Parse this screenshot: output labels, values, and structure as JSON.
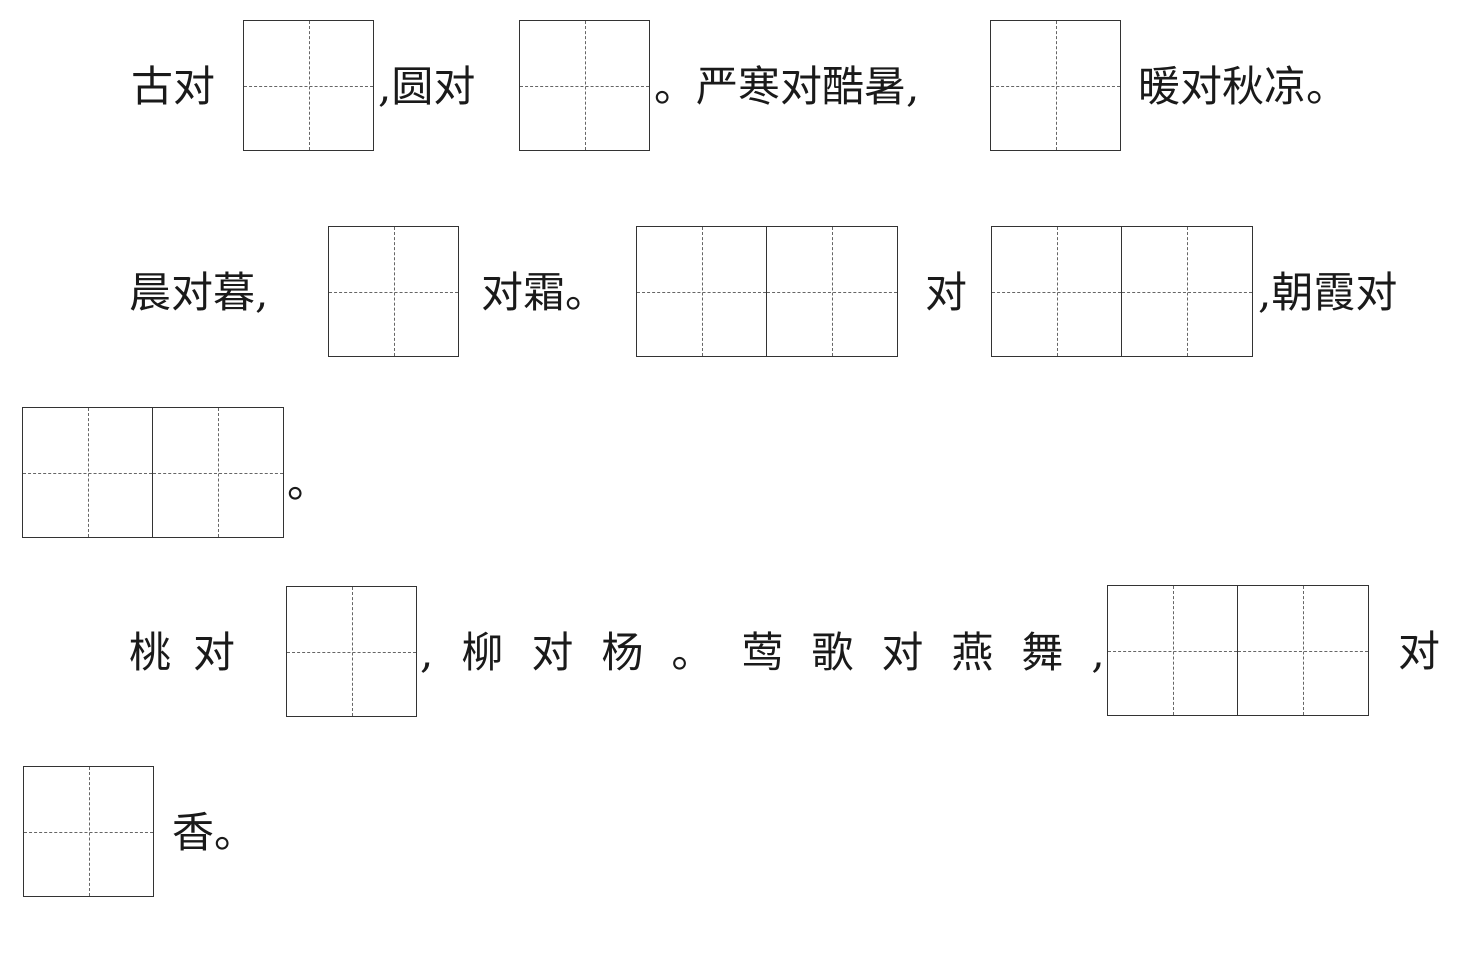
{
  "line1": {
    "t1": "古对",
    "t2": ",圆对",
    "t3": "。严寒对酷暑,",
    "t4": "暖对秋凉。"
  },
  "line2": {
    "t1": "晨对暮,",
    "t2": "对霜。",
    "t3": "对",
    "t4": ",朝霞对"
  },
  "line3": {
    "t1": "。"
  },
  "line4": {
    "t1": "桃对",
    "t2": ",柳对杨。莺歌对燕舞,",
    "t3": "对"
  },
  "line5": {
    "t1": "香。"
  }
}
